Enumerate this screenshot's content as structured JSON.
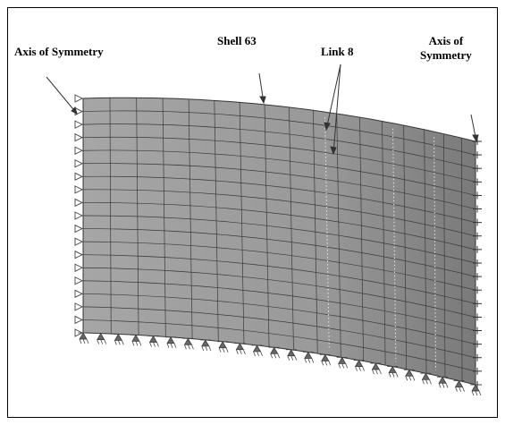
{
  "labels": {
    "axis_left": "Axis of  Symmetry",
    "shell": "Shell 63",
    "link": "Link 8",
    "axis_right_line1": "Axis of",
    "axis_right_line2": "Symmetry"
  },
  "colors": {
    "mesh_fill_left": "#a4a4a4",
    "mesh_fill_right": "#7e7e7e",
    "mesh_lines": "#3a3a3a",
    "support": "#555555",
    "text": "#000000"
  },
  "icons": {
    "left_edge_constraints": "triangle-constraint-icon",
    "right_edge_constraints": "cross-constraint-icon",
    "bottom_supports": "pinned-support-icon"
  }
}
